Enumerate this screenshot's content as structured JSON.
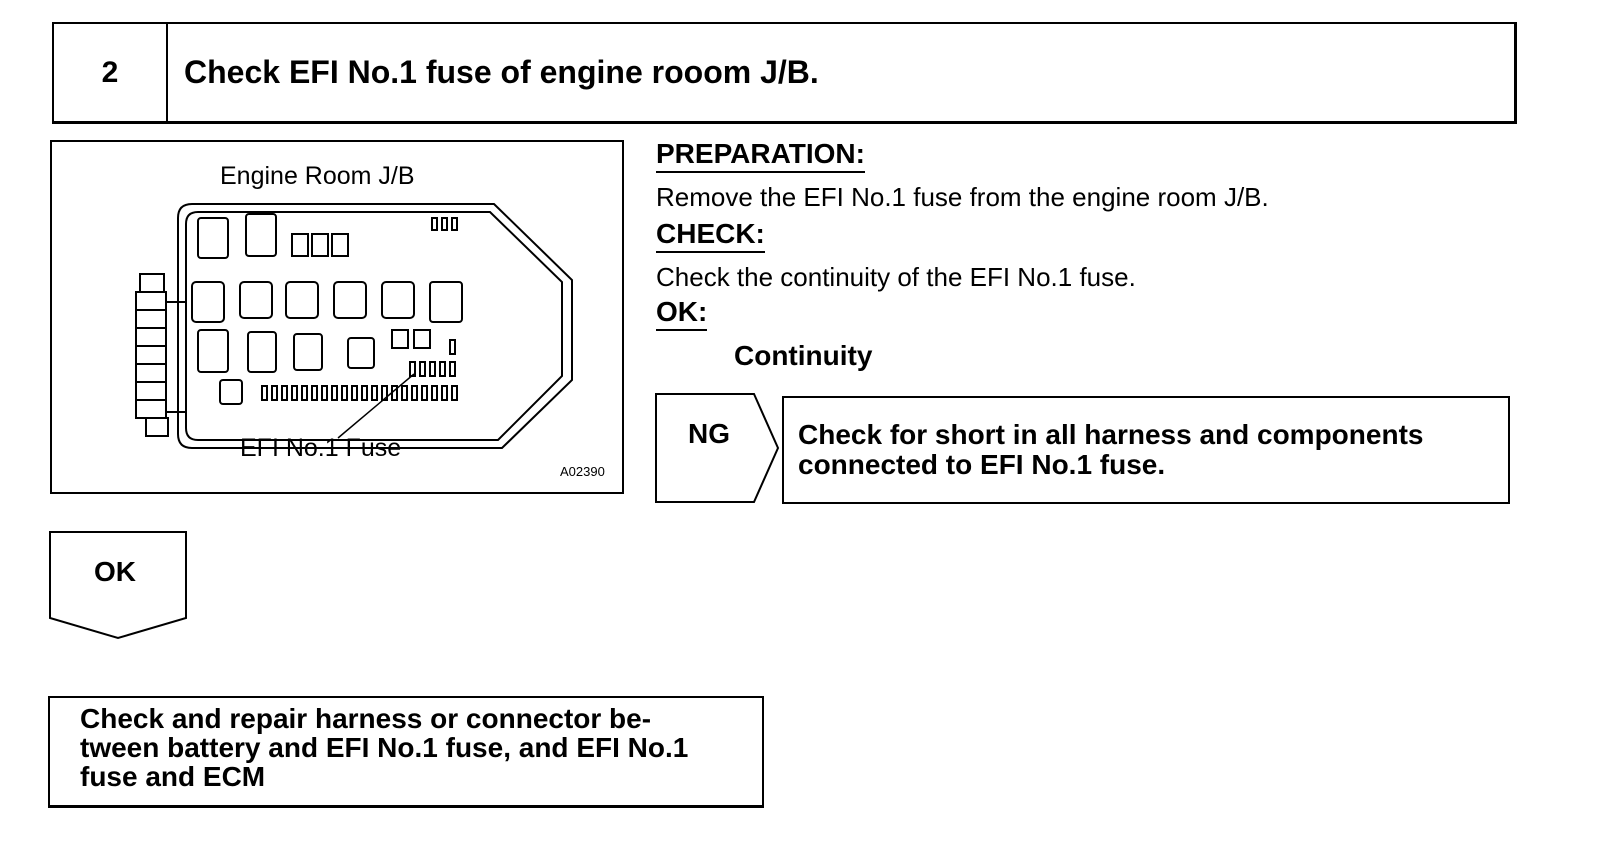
{
  "step": {
    "number": "2",
    "title": "Check EFI No.1 fuse of engine rooom J/B."
  },
  "figure": {
    "label_top": "Engine Room J/B",
    "label_fuse": "EFI No.1 Fuse",
    "code": "A02390"
  },
  "preparation": {
    "heading": "PREPARATION:",
    "text": "Remove the EFI No.1 fuse from the engine room J/B."
  },
  "check": {
    "heading": "CHECK:",
    "text": "Check the continuity of the EFI No.1 fuse."
  },
  "ok_spec": {
    "heading": "OK:",
    "value": "Continuity"
  },
  "ng": {
    "label": "NG",
    "action_line1": "Check for short in all harness and components",
    "action_line2": "connected to EFI No.1 fuse."
  },
  "ok_branch": {
    "label": "OK",
    "action_line1": "Check and repair harness or connector be-",
    "action_line2": "tween battery and EFI No.1 fuse, and EFI No.1",
    "action_line3": "fuse and ECM"
  }
}
